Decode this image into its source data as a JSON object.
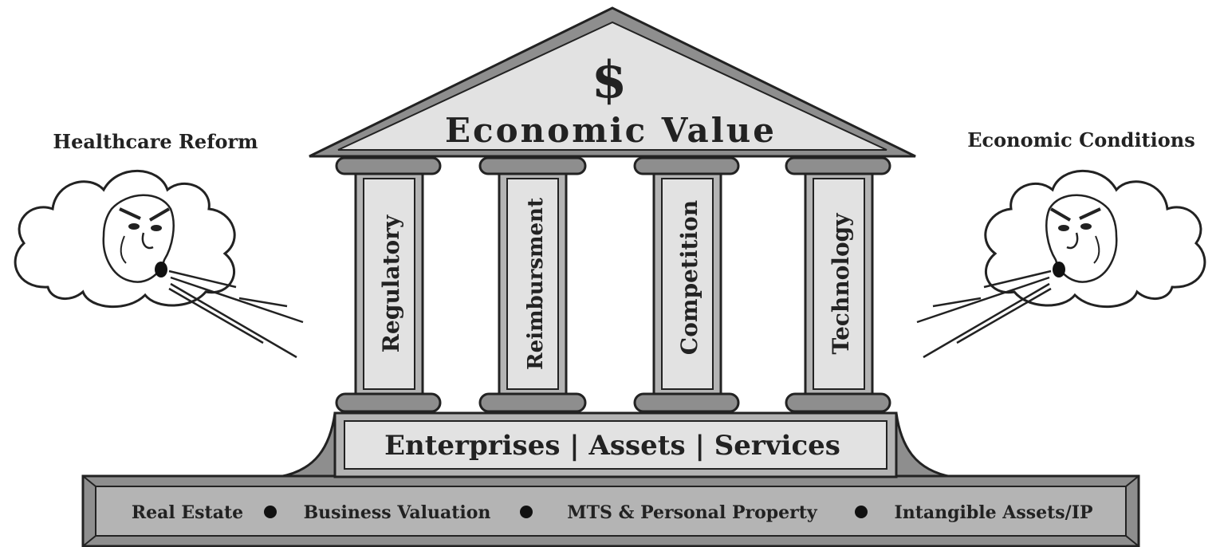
{
  "temple": {
    "symbol": "$",
    "title": "Economic Value",
    "pillars": [
      {
        "label": "Regulatory"
      },
      {
        "label": "Reimbursment"
      },
      {
        "label": "Competition"
      },
      {
        "label": "Technology"
      }
    ],
    "foundation": {
      "upper": "Enterprises | Assets | Services",
      "lower_items": [
        {
          "label": "Real Estate"
        },
        {
          "label": "Business Valuation"
        },
        {
          "label": "MTS & Personal Property"
        },
        {
          "label": "Intangible Assets/IP"
        }
      ]
    }
  },
  "forces": {
    "left": {
      "label": "Healthcare Reform",
      "icon": "blowing-cloud-icon"
    },
    "right": {
      "label": "Economic Conditions",
      "icon": "blowing-cloud-icon"
    }
  },
  "colors": {
    "stone_light": "#e2e2e2",
    "stone_mid": "#b4b4b4",
    "stone_dark": "#8e8e8e",
    "outline": "#222222",
    "background": "#ffffff"
  }
}
